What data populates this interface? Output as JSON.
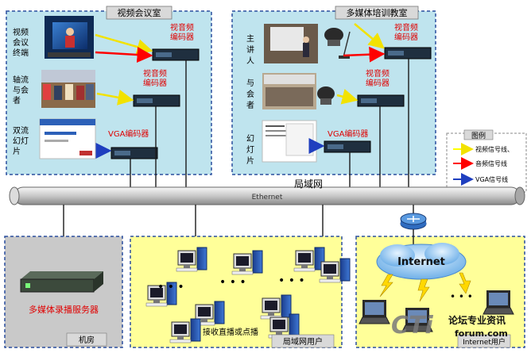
{
  "rooms": {
    "video_conf": {
      "title": "视频会议室",
      "side_labels": [
        "视频会议终端",
        "轴流与会者",
        "双流幻灯片"
      ],
      "encoders": [
        "视音频编码器",
        "视音频编码器",
        "VGA编码器"
      ]
    },
    "training": {
      "title": "多媒体培训教室",
      "side_labels": [
        "主讲人",
        "与会者",
        "幻灯片"
      ],
      "encoders": [
        "视音频编码器",
        "视音频编码器",
        "VGA编码器"
      ]
    }
  },
  "legend": {
    "title": "图例",
    "items": [
      {
        "label": "视频信号线、",
        "color": "#ffff00"
      },
      {
        "label": "音频信号线",
        "color": "#ff0000"
      },
      {
        "label": "VGA信号线",
        "color": "#1f3fbf"
      }
    ]
  },
  "network": {
    "lan_label": "局域网",
    "ethernet_label": "Ethernet",
    "internet_label": "Internet"
  },
  "bottom": {
    "server_label": "多媒体录播服务器",
    "server_room_label": "机房",
    "lan_clients_caption": "接收直播或点播",
    "lan_users_label": "局域网用户",
    "internet_users_label": "Internet用户"
  },
  "watermark": {
    "logo_text": "CTi",
    "forum_text": "论坛专业资讯",
    "url_text": "forum.com"
  },
  "colors": {
    "room_fill": "#bfe4ee",
    "client_fill": "#ffff99",
    "server_fill": "#c9c9c9",
    "video_line": "#ffff00",
    "audio_line": "#ff0000",
    "vga_line": "#1f3fbf"
  }
}
